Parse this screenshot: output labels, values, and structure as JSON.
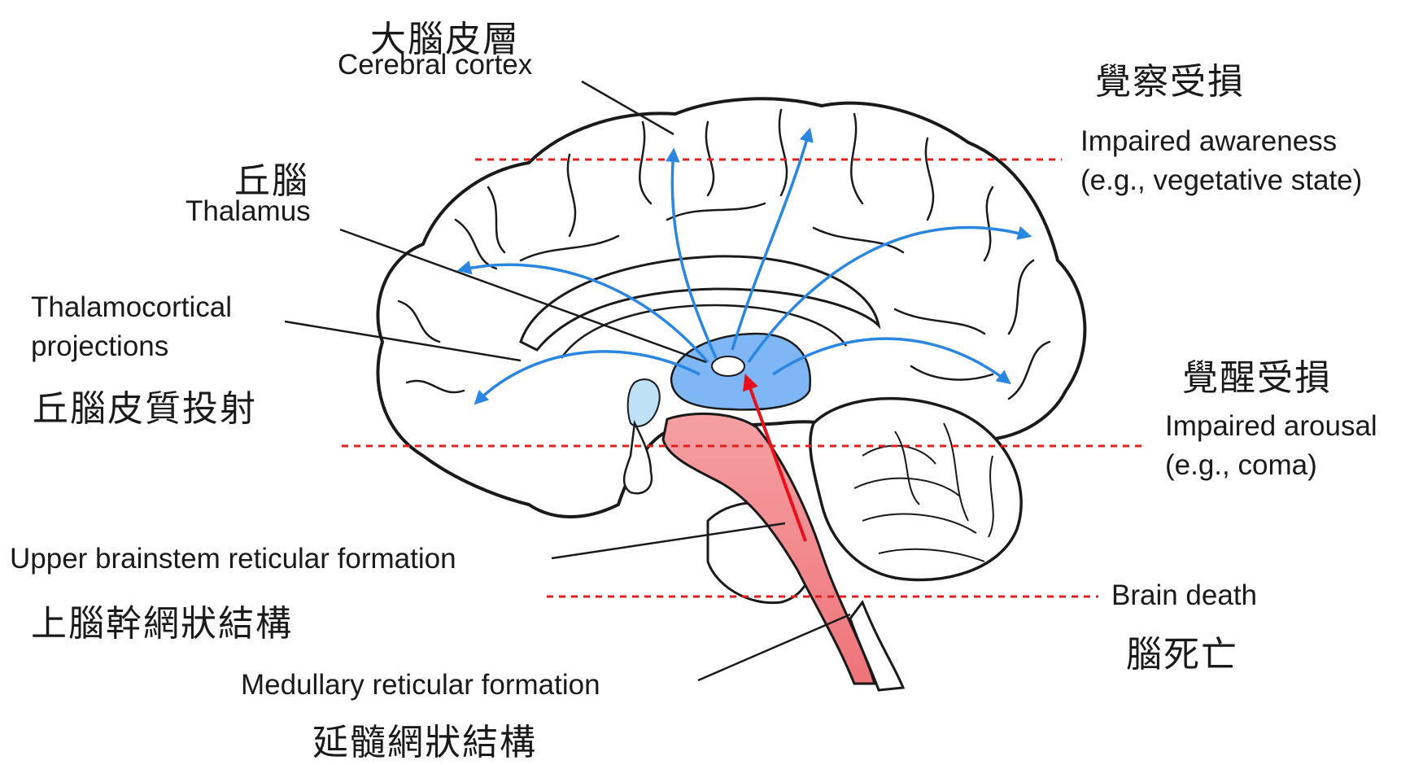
{
  "labels": {
    "cortex_zh": "大腦皮層",
    "cortex_en": "Cerebral cortex",
    "thalamus_zh": "丘腦",
    "thalamus_en": "Thalamus",
    "tc_en_line1": "Thalamocortical",
    "tc_en_line2": "projections",
    "tc_zh": "丘腦皮質投射",
    "upper_en": "Upper brainstem reticular formation",
    "upper_zh": "上腦幹網狀結構",
    "medullary_en": "Medullary reticular formation",
    "medullary_zh": "延髓網狀結構",
    "awareness_zh": "覺察受損",
    "awareness_en_line1": "Impaired awareness",
    "awareness_en_line2": "(e.g., vegetative state)",
    "arousal_zh": "覺醒受損",
    "arousal_en_line1": "Impaired arousal",
    "arousal_en_line2": "(e.g., coma)",
    "death_en": "Brain death",
    "death_zh": "腦死亡"
  },
  "colors": {
    "outline": "#1a1a1a",
    "projection_arrow": "#2a86e0",
    "thalamus_fill": "#7fb6f5",
    "brainstem_fill": "#f07c80",
    "ascending_arrow": "#e8101a",
    "level_line": "#e02020"
  }
}
